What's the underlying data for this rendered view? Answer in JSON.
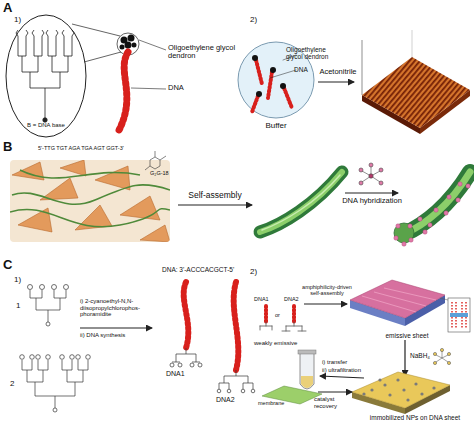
{
  "diagram": {
    "nodes": [
      {
        "text": [
          "B = DNA base"
        ]
      },
      {
        "text": [
          "Oligoethylene glycol dendron",
          "DNA",
          "Buffer"
        ]
      }
    ],
    "labels": [
      "A",
      "1)",
      "Oligoethylene glycol dendron",
      "DNA",
      "2)",
      "Acetonitrile",
      "B",
      "5'-TTG TGT AGA TGA AGT GGT-3'",
      "G₂G-18",
      "Self-assembly",
      "DNA hybridization",
      "C",
      "1)",
      "1",
      "2",
      "i) 2-cyanoethyl-N,N-diisopropylchlorophos-phoramidite",
      "ii) DNA synthesis",
      "DNA: 3'-ACCCACGCT-5'",
      "DNA1",
      "DNA2",
      "2)",
      "DNA1",
      "or",
      "DNA2",
      "weakly emissive",
      "amphiphilicity-driven self-assembly",
      "emissive sheet",
      "NaBH₄",
      "i) transfer",
      "ii) ultrafiltration",
      "membrane",
      "catalyst recovery",
      "immobilized NPs on DNA sheet"
    ]
  }
}
